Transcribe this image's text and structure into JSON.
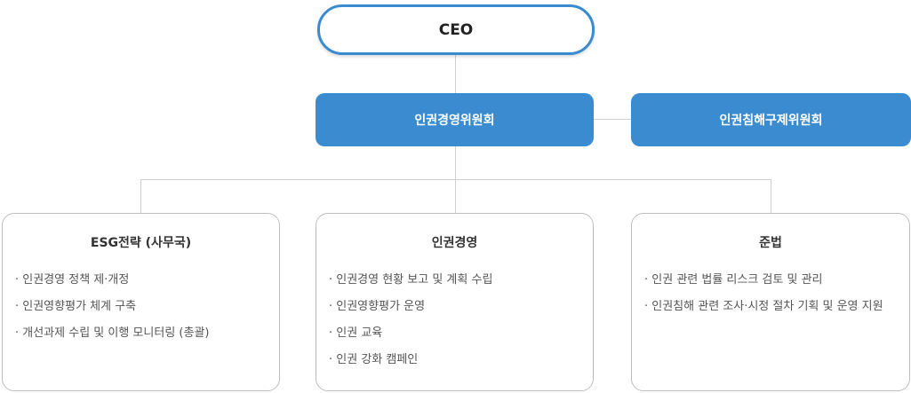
{
  "ceo": "CEO",
  "committees": [
    "인권경영위원회",
    "인권침해구제위원회"
  ],
  "departments": [
    {
      "title": "ESG전략 (사무국)",
      "items": [
        "인권경영 정책 제·개정",
        "인권영향평가 체계 구축",
        "개선과제 수립 및 이행 모니터링 (총괄)"
      ]
    },
    {
      "title": "인권경영",
      "items": [
        "인권경영 현황 보고 및 계획 수립",
        "인권영향평가 운영",
        "인권 교육",
        "인권 강화 캠페인"
      ]
    },
    {
      "title": "준법",
      "items": [
        "인권 관련 법률 리스크 검토 및 관리",
        "인권침해 관련 조사·시정 절차 기획 및 운영 지원"
      ]
    }
  ],
  "colors": {
    "accent": "#3a8bd0",
    "line": "#cfcfcf"
  }
}
